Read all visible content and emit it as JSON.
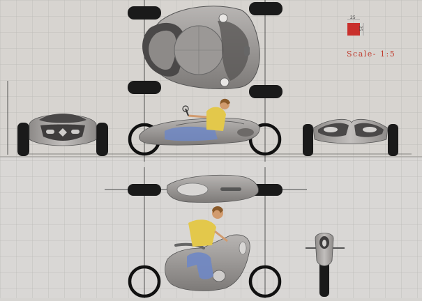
{
  "scale": {
    "label": "Scale- 1:5",
    "color": "#c0392b"
  },
  "swatch": {
    "dim_top": "25",
    "dim_side": "25",
    "color": "#c9302c"
  },
  "palette": {
    "upper_bg": "#d7d4d0",
    "lower_bg": "#d9d7d5",
    "grid_line": "#bcbab7",
    "body_fill": "#9d9a98",
    "body_dark": "#4a4848",
    "tire": "#1a1a1a",
    "rider_shirt": "#e3c84b",
    "rider_pants": "#6f87c4",
    "skin": "#d19b6e",
    "hair": "#8a5a2a"
  }
}
